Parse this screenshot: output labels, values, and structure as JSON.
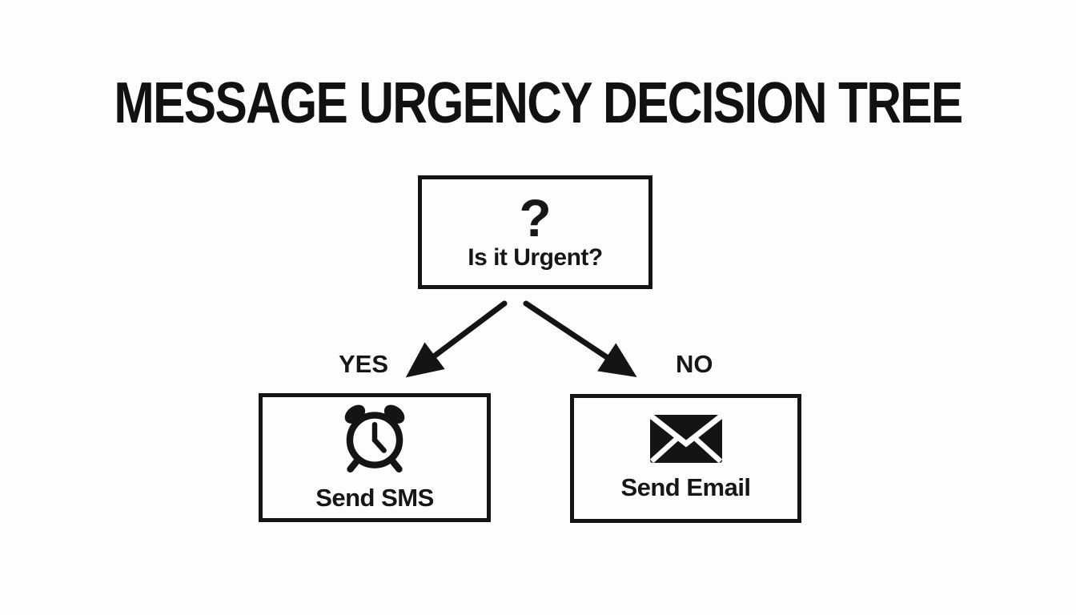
{
  "page": {
    "background_color": "#fdfdfd",
    "ink_color": "#141414"
  },
  "title": "MESSAGE URGENCY DECISION TREE",
  "tree": {
    "root": {
      "symbol": "?",
      "label": "Is it Urgent?"
    },
    "branches": [
      {
        "label": "YES",
        "target": {
          "icon": "alarm-clock-icon",
          "label": "Send SMS"
        }
      },
      {
        "label": "NO",
        "target": {
          "icon": "envelope-icon",
          "label": "Send Email"
        }
      }
    ]
  }
}
